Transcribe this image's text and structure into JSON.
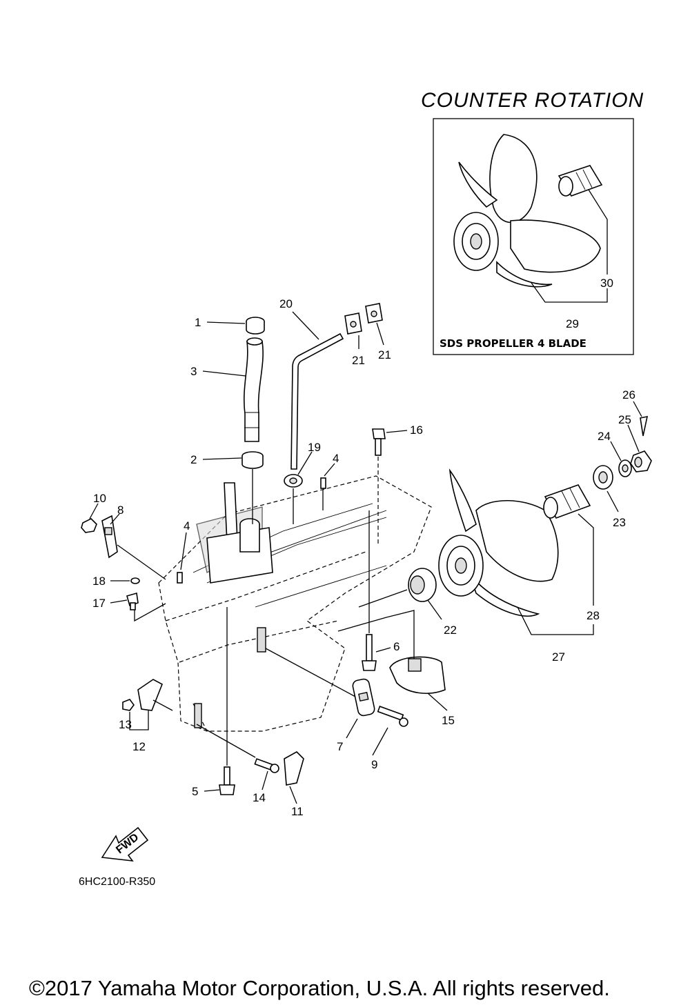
{
  "title": "COUNTER  ROTATION",
  "inset_label": "SDS PROPELLER 4 BLADE",
  "diagram_code": "6HC2100-R350",
  "fwd_label": "FWD",
  "copyright": "©2017 Yamaha Motor Corporation, U.S.A. All rights reserved.",
  "callouts": {
    "c1": "1",
    "c2": "2",
    "c3": "3",
    "c4a": "4",
    "c4b": "4",
    "c5": "5",
    "c6": "6",
    "c7": "7",
    "c8": "8",
    "c9": "9",
    "c10": "10",
    "c11": "11",
    "c12": "12",
    "c13": "13",
    "c14": "14",
    "c15": "15",
    "c16": "16",
    "c17": "17",
    "c18": "18",
    "c19": "19",
    "c20": "20",
    "c21a": "21",
    "c21b": "21",
    "c22": "22",
    "c23": "23",
    "c24": "24",
    "c25": "25",
    "c26": "26",
    "c27": "27",
    "c28": "28",
    "c29": "29",
    "c30": "30"
  }
}
